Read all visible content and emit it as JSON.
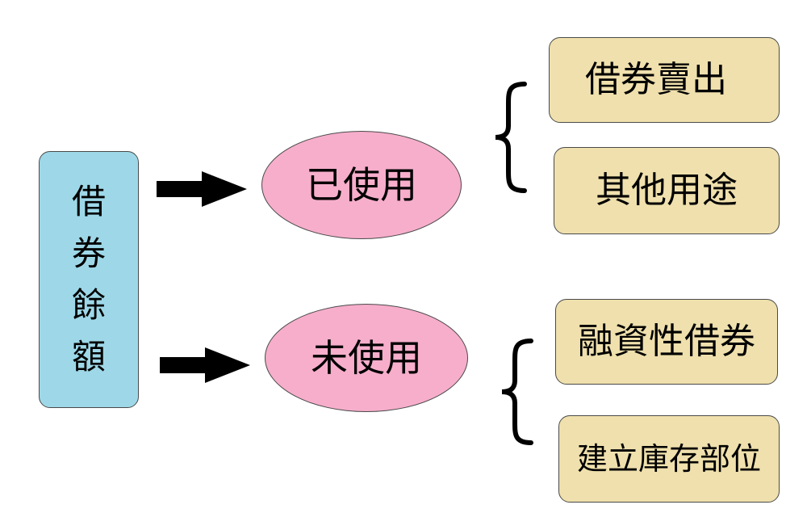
{
  "source": {
    "chars": [
      "借",
      "券",
      "餘",
      "額"
    ]
  },
  "used": {
    "label": "已使用",
    "items": [
      "借券賣出",
      "其他用途"
    ]
  },
  "unused": {
    "label": "未使用",
    "items": [
      "融資性借券",
      "建立庫存部位"
    ]
  },
  "colors": {
    "source_fill": "#9ed8e8",
    "ellipse_fill": "#f6aecb",
    "leaf_fill": "#efe0ad",
    "arrow": "#000000",
    "border": "#4a4a4a"
  }
}
